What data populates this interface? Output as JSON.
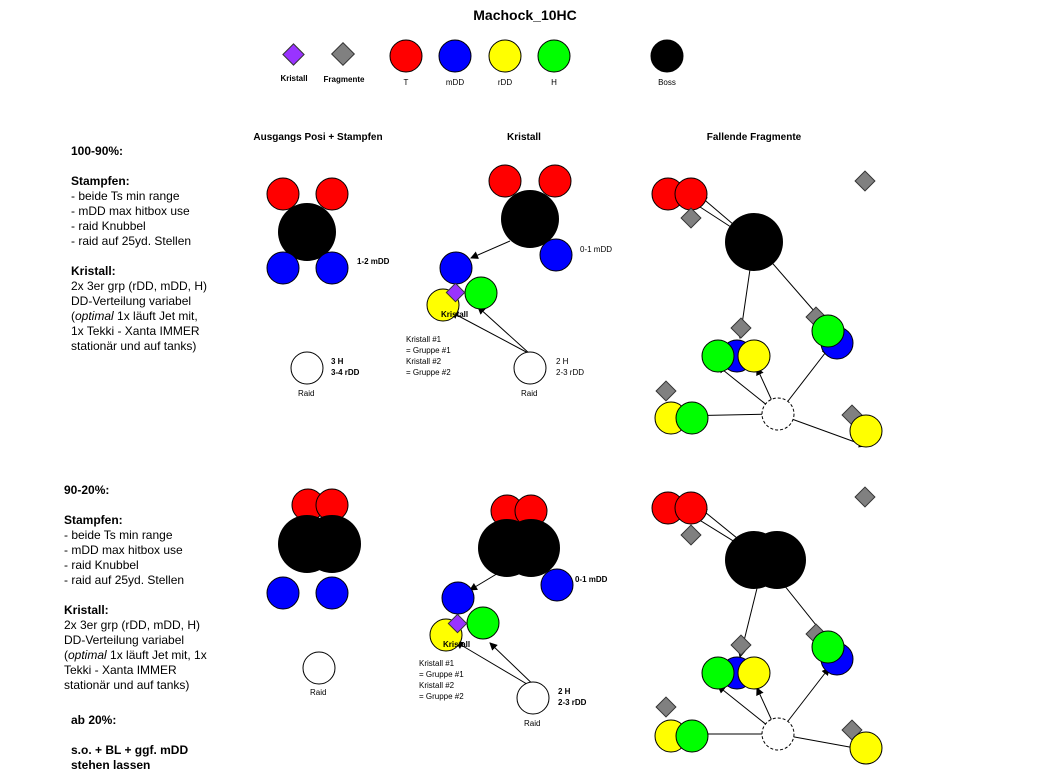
{
  "title": "Machock_10HC",
  "legend": {
    "kristall": "Kristall",
    "fragmente": "Fragmente",
    "t": "T",
    "mdd": "mDD",
    "rdd": "rDD",
    "h": "H",
    "boss": "Boss"
  },
  "colors": {
    "tank": "#ff0000",
    "mdd": "#0000ff",
    "rdd": "#ffff00",
    "healer": "#00ff00",
    "boss": "#000000",
    "kristall": "#9933ff",
    "fragment": "#808080"
  },
  "column_titles": [
    "Ausgangs Posi + Stampfen",
    "Kristall",
    "Fallende Fragmente"
  ],
  "section1": {
    "phase": "100-90%:",
    "stampfen_head": "Stampfen:",
    "stampfen_lines": [
      "- beide Ts min range",
      "- mDD max hitbox use",
      "- raid Knubbel",
      "- raid auf 25yd. Stellen"
    ],
    "kristall_head": "Kristall:",
    "kristall_lines": [
      "2x 3er grp (rDD, mDD, H)",
      "DD-Verteilung variabel"
    ],
    "kristall_optimal": "optimal",
    "kristall_optimal_rest": " 1x läuft Jet mit,",
    "kristall_more": [
      "1x Tekki - Xanta IMMER",
      "stationär und auf tanks)"
    ]
  },
  "section2": {
    "phase": "90-20%:",
    "stampfen_head": "Stampfen:",
    "stampfen_lines": [
      "- beide Ts min range",
      "- mDD max hitbox use",
      "- raid Knubbel",
      "- raid auf 25yd. Stellen"
    ],
    "kristall_head": "Kristall:",
    "kristall_lines": [
      "2x 3er grp (rDD, mDD, H)",
      "DD-Verteilung variabel"
    ],
    "kristall_optimal": "optimal",
    "kristall_optimal_rest": " 1x läuft Jet mit, 1x",
    "kristall_more": [
      "Tekki - Xanta IMMER",
      "stationär und auf tanks)"
    ],
    "ab20_head": "ab 20%:",
    "ab20_lines": [
      "s.o. + BL + ggf. mDD",
      "stehen lassen"
    ]
  },
  "labels": {
    "mdd_12": "1-2 mDD",
    "h3": "3 H",
    "rdd_34": "3-4 rDD",
    "raid": "Raid",
    "mdd_01": "0-1 mDD",
    "kristall": "Kristall",
    "h2": "2 H",
    "rdd_23": "2-3 rDD",
    "kgroups": [
      "Kristall #1",
      "= Gruppe #1",
      "Kristall #2",
      "= Gruppe #2"
    ]
  }
}
